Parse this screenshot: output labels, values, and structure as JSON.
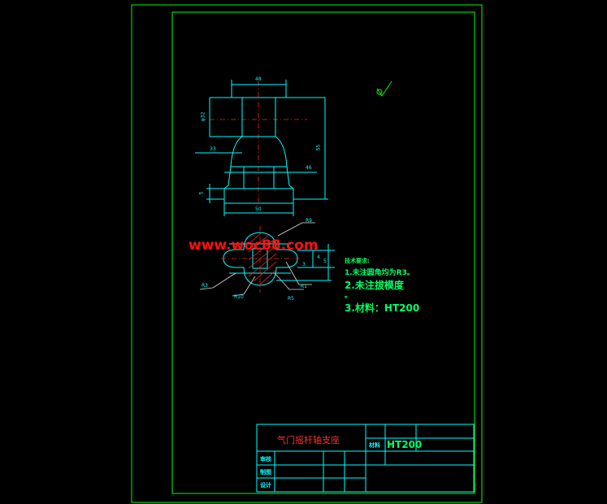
{
  "drawing": {
    "dimensions": {
      "top_width": "48",
      "left_dia": "φ32",
      "neck_width": "33",
      "total_height": "55",
      "right_dia": "46",
      "base_height": "5",
      "base_width": "50",
      "radius_r1": "R1",
      "radius_r3": "R3",
      "radius_r10": "R10",
      "radius_r5": "R5",
      "radius_r_top": "R9",
      "side_a": "3",
      "side_b": "4",
      "side_c": "5"
    },
    "tech_notes": {
      "heading": "技术要求:",
      "line1": "1.未注圆角均为R3。",
      "line2": "2.未注拔模度",
      "line2b": "。",
      "line3": "3.材料：HT200"
    },
    "watermark": "www.woc88.com",
    "title_block": {
      "part_name": "气门摇杆轴支座",
      "material_label": "材料",
      "material_value": "HT200",
      "row_designer": "制图",
      "row_checker": "设计",
      "row_approver": "审核"
    }
  },
  "colors": {
    "frame": "#00ff00",
    "outline": "#00ffff",
    "centerline": "#ff2020",
    "text_note": "#00ff66",
    "title": "#ff3030"
  }
}
